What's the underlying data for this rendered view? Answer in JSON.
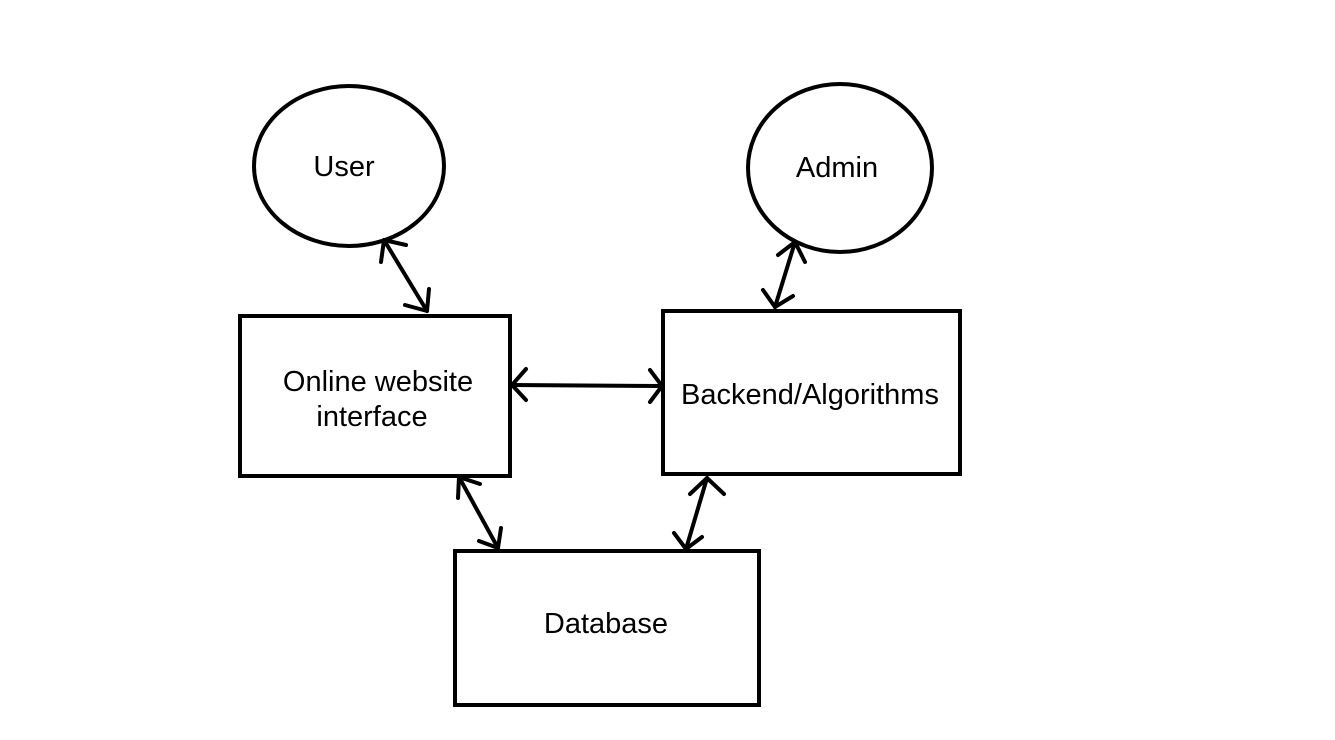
{
  "nodes": {
    "user": {
      "label": "User",
      "shape": "ellipse"
    },
    "admin": {
      "label": "Admin",
      "shape": "ellipse"
    },
    "website": {
      "label_line1": "Online website",
      "label_line2": "interface",
      "shape": "rectangle"
    },
    "backend": {
      "label": "Backend/Algorithms",
      "shape": "rectangle"
    },
    "database": {
      "label": "Database",
      "shape": "rectangle"
    }
  },
  "edges": [
    {
      "from": "user",
      "to": "website",
      "direction": "bidirectional"
    },
    {
      "from": "admin",
      "to": "backend",
      "direction": "bidirectional"
    },
    {
      "from": "website",
      "to": "backend",
      "direction": "bidirectional"
    },
    {
      "from": "website",
      "to": "database",
      "direction": "bidirectional"
    },
    {
      "from": "backend",
      "to": "database",
      "direction": "bidirectional"
    }
  ],
  "colors": {
    "stroke": "#000000",
    "background": "#ffffff"
  }
}
